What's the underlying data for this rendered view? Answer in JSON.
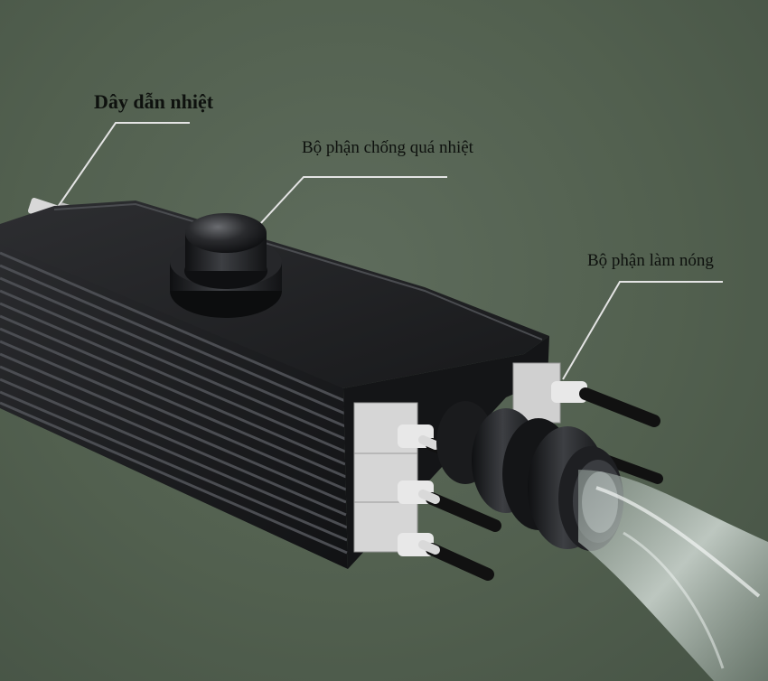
{
  "labels": {
    "heat_wire": "Dây dẫn nhiệt",
    "overheat_protector": "Bộ phận chống quá nhiệt",
    "heating_element": "Bộ phận làm nóng"
  },
  "colors": {
    "background": "#55634f",
    "housing": "#1c1d1f",
    "terminals": "#dcdcdc",
    "leader_lines": "#e6e6e6",
    "label_text": "#0e110e"
  },
  "icons": {
    "overheat_protector": "round-thermostat-cap",
    "heat_wire": "wire-terminal-icon",
    "water_stream": "water-stream-illustration"
  }
}
